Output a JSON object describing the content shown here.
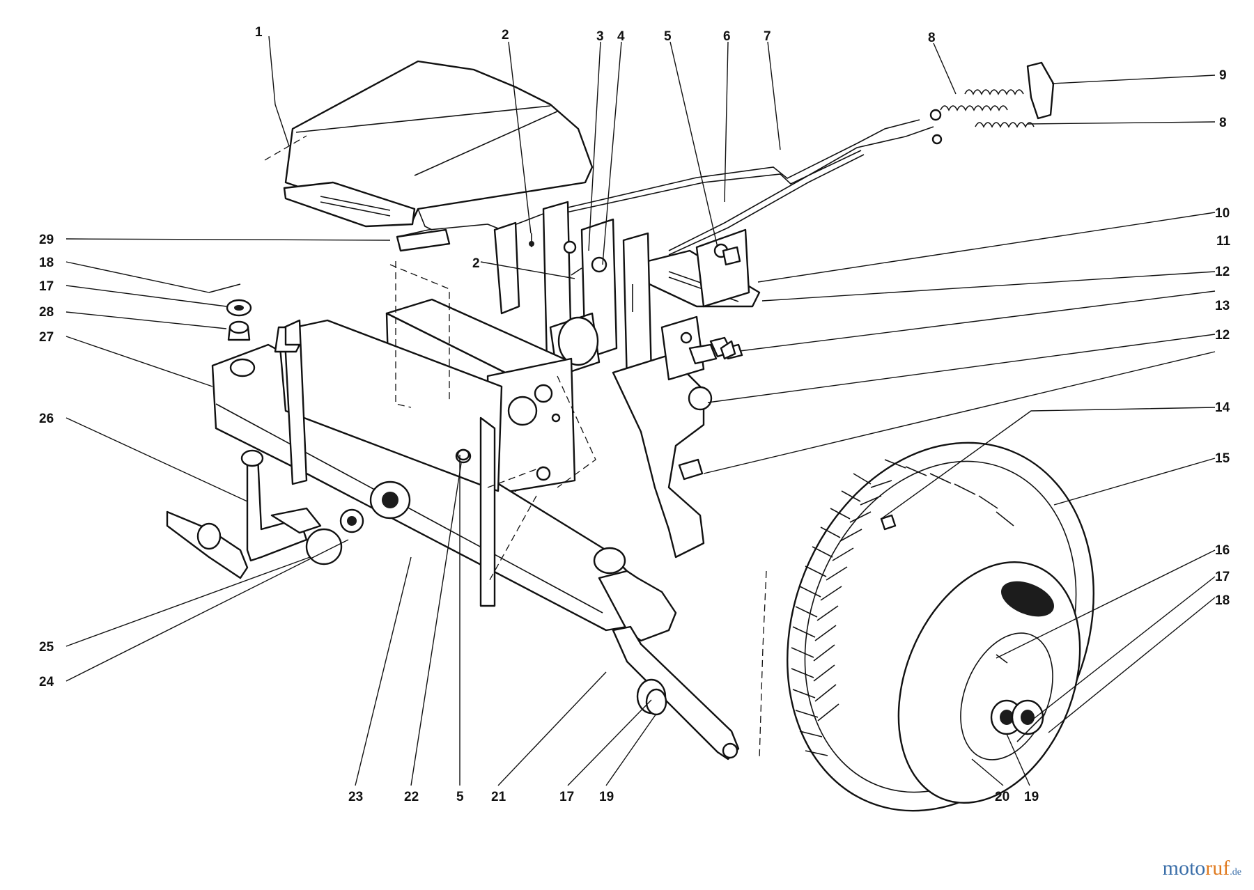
{
  "diagram": {
    "callouts": [
      {
        "id": "c1",
        "text": "1"
      },
      {
        "id": "c2a",
        "text": "2"
      },
      {
        "id": "c3",
        "text": "3"
      },
      {
        "id": "c4",
        "text": "4"
      },
      {
        "id": "c5a",
        "text": "5"
      },
      {
        "id": "c6",
        "text": "6"
      },
      {
        "id": "c7",
        "text": "7"
      },
      {
        "id": "c8a",
        "text": "8"
      },
      {
        "id": "c9",
        "text": "9"
      },
      {
        "id": "c8b",
        "text": "8"
      },
      {
        "id": "c10",
        "text": "10"
      },
      {
        "id": "c11",
        "text": "11"
      },
      {
        "id": "c12a",
        "text": "12"
      },
      {
        "id": "c13",
        "text": "13"
      },
      {
        "id": "c12b",
        "text": "12"
      },
      {
        "id": "c14",
        "text": "14"
      },
      {
        "id": "c15",
        "text": "15"
      },
      {
        "id": "c16",
        "text": "16"
      },
      {
        "id": "c17a",
        "text": "17"
      },
      {
        "id": "c18a",
        "text": "18"
      },
      {
        "id": "c29",
        "text": "29"
      },
      {
        "id": "c18b",
        "text": "18"
      },
      {
        "id": "c17b",
        "text": "17"
      },
      {
        "id": "c28",
        "text": "28"
      },
      {
        "id": "c27",
        "text": "27"
      },
      {
        "id": "c2b",
        "text": "2"
      },
      {
        "id": "c26",
        "text": "26"
      },
      {
        "id": "c25",
        "text": "25"
      },
      {
        "id": "c24",
        "text": "24"
      },
      {
        "id": "c23",
        "text": "23"
      },
      {
        "id": "c22",
        "text": "22"
      },
      {
        "id": "c5b",
        "text": "5"
      },
      {
        "id": "c21",
        "text": "21"
      },
      {
        "id": "c17c",
        "text": "17"
      },
      {
        "id": "c19a",
        "text": "19"
      },
      {
        "id": "c20",
        "text": "20"
      },
      {
        "id": "c19b",
        "text": "19"
      }
    ]
  },
  "watermark": {
    "part1": "moto",
    "part2": "ruf",
    "part3": ".de"
  }
}
